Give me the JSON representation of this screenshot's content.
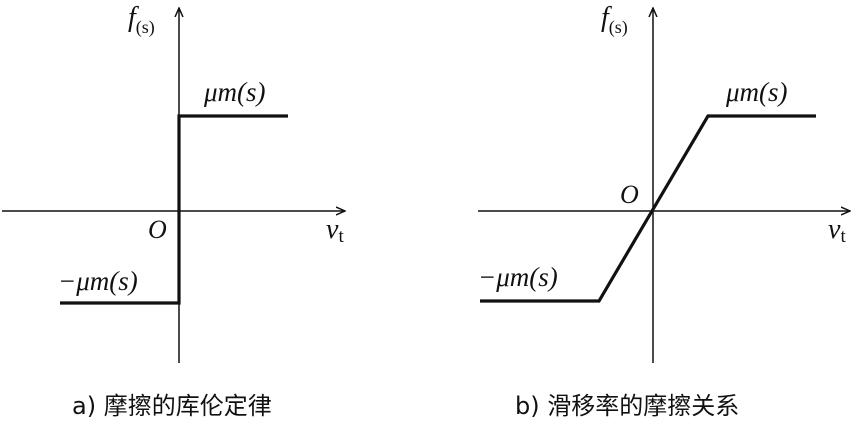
{
  "panels": [
    {
      "id": "a",
      "y_axis": {
        "symbol": "f",
        "subscript": "(s)"
      },
      "x_axis": {
        "symbol": "v",
        "subscript": "t"
      },
      "origin_label": "O",
      "upper_label": "μm(s)",
      "lower_label": "−μm(s)",
      "caption": "a) 摩擦的库伦定律"
    },
    {
      "id": "b",
      "y_axis": {
        "symbol": "f",
        "subscript": "(s)"
      },
      "x_axis": {
        "symbol": "v",
        "subscript": "t"
      },
      "origin_label": "O",
      "upper_label": "μm(s)",
      "lower_label": "−μm(s)",
      "caption": "b) 滑移率的摩擦关系"
    }
  ],
  "colors": {
    "line": "#111111",
    "background": "#ffffff"
  }
}
